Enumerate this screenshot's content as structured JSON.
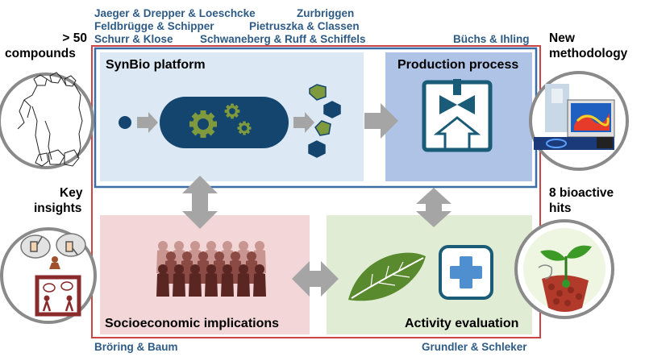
{
  "groups": {
    "top_left_1": "Jaeger & Drepper & Loeschcke",
    "top_right_1": "Zurbriggen",
    "top_left_2": "Feldbrügge & Schipper",
    "top_right_2": "Pietruszka & Classen",
    "top_left_3": "Schurr & Klose",
    "top_right_3": "Schwaneberg & Ruff & Schiffels",
    "production": "Büchs & Ihling",
    "socioeconomic": "Bröring & Baum",
    "activity": "Grundler & Schleker"
  },
  "side_labels": {
    "compounds_line1": "> 50",
    "compounds_line2": "compounds",
    "methodology_line1": "New",
    "methodology_line2": "methodology",
    "insights_line1": "Key",
    "insights_line2": "insights",
    "hits_line1": "8 bioactive",
    "hits_line2": "hits"
  },
  "panels": {
    "synbio": "SynBio platform",
    "production": "Production process",
    "socioeconomic": "Socioeconomic implications",
    "activity": "Activity evaluation"
  },
  "colors": {
    "synbio_bg": "#dce8f4",
    "production_bg": "#aec3e6",
    "socio_bg": "#f3d6d8",
    "activity_bg": "#e0ecd3",
    "red_frame": "#cc4444",
    "blue_frame": "#3a6ea5",
    "arrow_gray": "#a5a5a5",
    "cell_navy": "#13456e",
    "gear_green": "#7f9a3c",
    "hexagon_green": "#5b7a2a",
    "teal": "#1a5b78",
    "people_brown": "#8c4a44",
    "leaf_green": "#5a8a2e",
    "cross_blue": "#4f8fd0"
  }
}
